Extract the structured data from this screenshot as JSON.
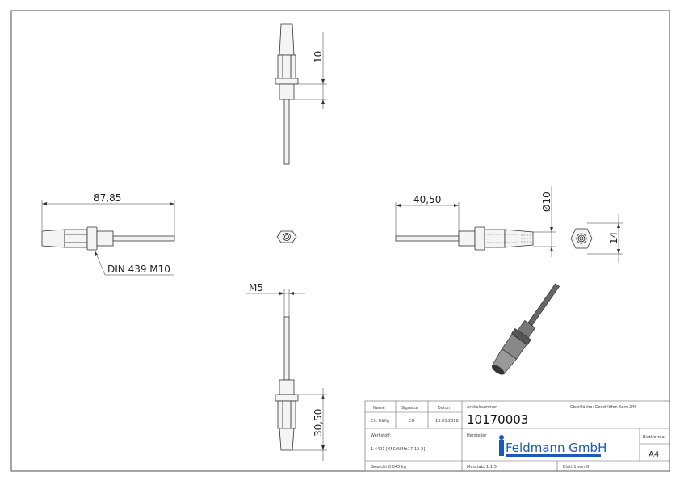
{
  "drawing": {
    "dimensions": {
      "top_nut_height": "10",
      "overall_length": "87,85",
      "nut_standard": "DIN 439 M10",
      "rod_length": "40,50",
      "diameter": "Ø10",
      "hex_width": "14",
      "thread": "M5",
      "sleeve_length": "30,50"
    }
  },
  "title_block": {
    "name_label": "Name",
    "signature_label": "Signatur",
    "date_label": "Datum",
    "name": "Ch. Häfig",
    "signature": "CH",
    "date": "13.03.2018",
    "article_label": "Artikelnummer",
    "article_number": "10170003",
    "surface": "Oberfläche:  Geschliffen Korn 240",
    "material_label": "Werkstoff:",
    "material": "1.4401 [X5CrNiMo17-12-2]",
    "manufacturer_label": "Hersteller",
    "manufacturer_logo": "Feldmann GmbH",
    "format_label": "Blattformat",
    "format": "A4",
    "weight": "Gewicht 0.043 kg",
    "scale": "Masstab: 1:1.5",
    "sheet": "Blatt 1 von 8",
    "logo_color": "#1a5bb5"
  }
}
